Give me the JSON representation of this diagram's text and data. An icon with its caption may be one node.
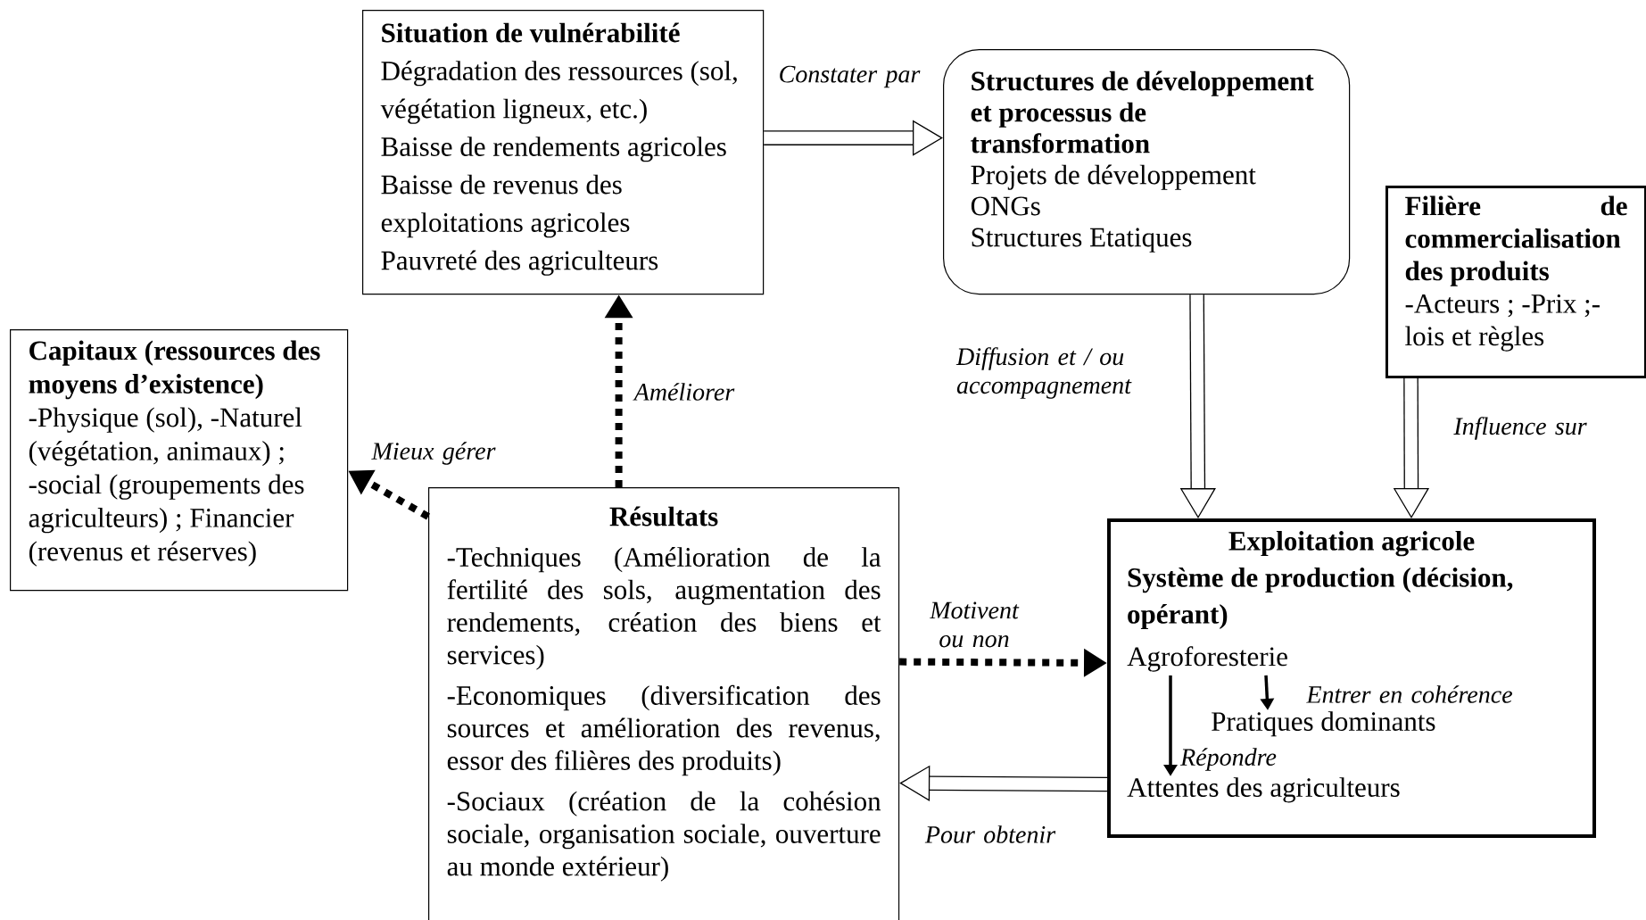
{
  "diagram": {
    "nodes": [
      {
        "text": [
          "Situation de vulnérabilité",
          "Dégradation des ressources (sol, végétation ligneux, etc.)",
          "Baisse de rendements agricoles",
          "Baisse de revenus des exploitations agricoles",
          "Pauvreté des agriculteurs"
        ]
      },
      {
        "text": [
          "Structures de développement et processus de transformation",
          "Projets de développement",
          "ONGs",
          "Structures Etatiques"
        ]
      },
      {
        "text": [
          "Filière de commercialisation des produits",
          "-Acteurs ; -Prix ;- lois et règles"
        ]
      },
      {
        "text": [
          "Capitaux (ressources des moyens d’existence)",
          "-Physique (sol), -Naturel (végétation, animaux) ; -social (groupements des agriculteurs) ; Financier (revenus et réserves)"
        ]
      },
      {
        "text": [
          "Résultats",
          "-Techniques (Amélioration de la fertilité des sols, augmentation des rendements, création des biens et services)",
          "-Economiques (diversification des sources et amélioration des revenus, essor des filières des produits)",
          "-Sociaux (création de la cohésion sociale, organisation sociale, ouverture au monde extérieur)"
        ]
      },
      {
        "text": [
          "Exploitation agricole",
          "Système de production (décision, opérant)"
        ]
      },
      {
        "text": [
          "Agroforesterie"
        ],
        "in": 5
      },
      {
        "text": [
          "Pratiques dominants"
        ],
        "in": 5
      },
      {
        "text": [
          "Attentes des agriculteurs"
        ],
        "in": 5
      }
    ],
    "edges": [
      {
        "from": 0,
        "to": 1,
        "arrow": "to",
        "label": "Constater par",
        "style": "thick"
      },
      {
        "from": 1,
        "to": 5,
        "arrow": "to",
        "label": "Diffusion et / ou accompagnement",
        "style": "thick"
      },
      {
        "from": 2,
        "to": 5,
        "arrow": "to",
        "label": "Influence sur",
        "style": "thick"
      },
      {
        "from": 4,
        "to": 0,
        "arrow": "to",
        "label": "Améliorer",
        "style": "dashed"
      },
      {
        "from": 4,
        "to": 3,
        "arrow": "to",
        "label": "Mieux gérer",
        "style": "dashed"
      },
      {
        "from": 4,
        "to": 5,
        "arrow": "to",
        "label": "Motivent ou non",
        "style": "dashed"
      },
      {
        "from": 5,
        "to": 4,
        "arrow": "to",
        "label": "Pour obtenir",
        "style": "thick"
      },
      {
        "from": 6,
        "to": 7,
        "arrow": "to",
        "label": "Entrer en cohérence"
      },
      {
        "from": 6,
        "to": 8,
        "arrow": "to",
        "label": "Répondre"
      }
    ]
  }
}
